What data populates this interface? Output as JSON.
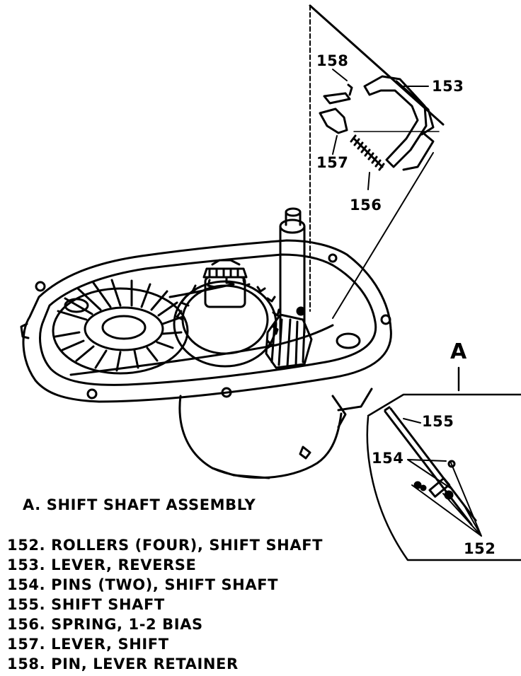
{
  "callouts": {
    "c158": "158",
    "c153": "153",
    "c157": "157",
    "c156": "156",
    "c155": "155",
    "c154": "154",
    "c152": "152"
  },
  "detail_letter": "A",
  "caption": "A. SHIFT SHAFT ASSEMBLY",
  "legend": [
    "152. ROLLERS (FOUR), SHIFT SHAFT",
    "153. LEVER, REVERSE",
    "154. PINS (TWO), SHIFT SHAFT",
    "155. SHIFT SHAFT",
    "156. SPRING, 1-2 BIAS",
    "157. LEVER, SHIFT",
    "158. PIN, LEVER RETAINER"
  ]
}
